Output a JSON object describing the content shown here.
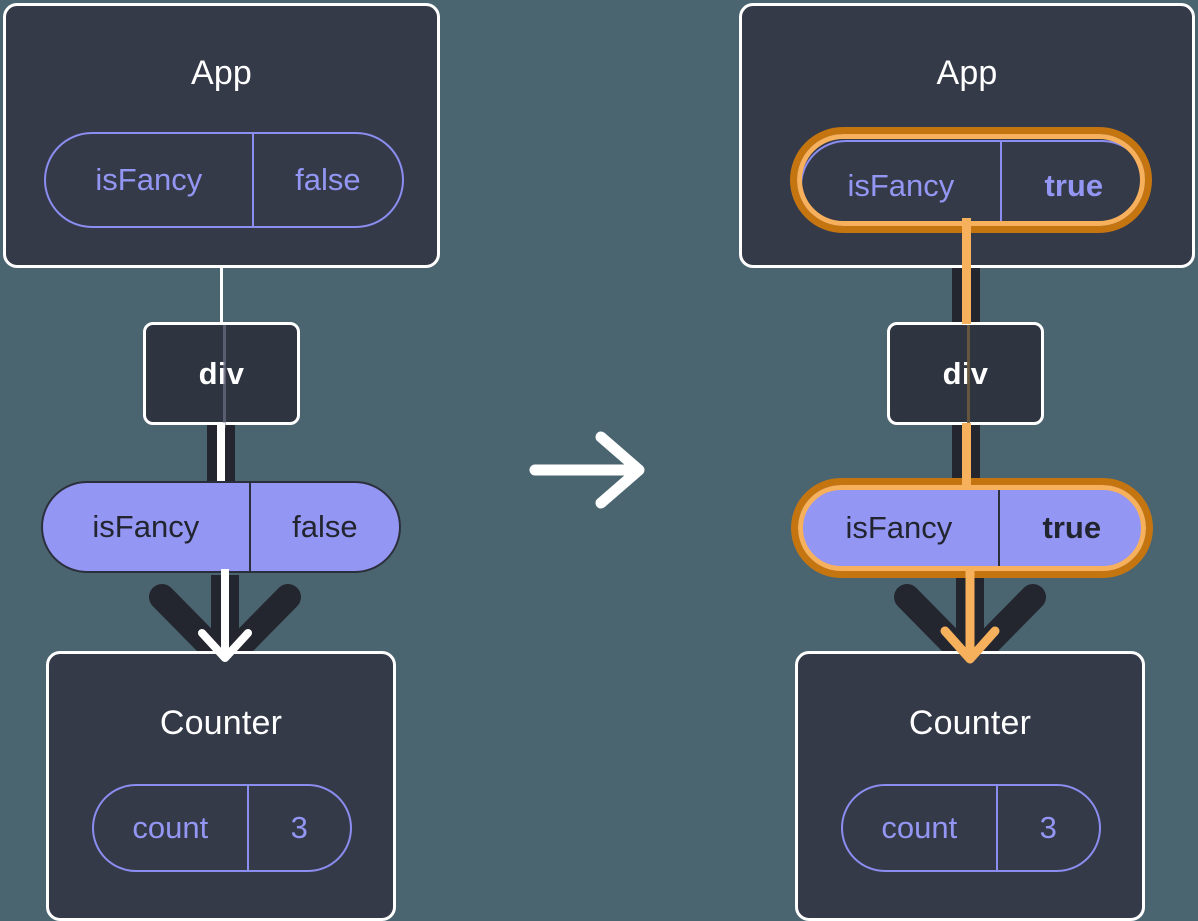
{
  "diagram": {
    "title": "React state propagation: isFancy prop change",
    "background_color": "#4b6570",
    "box_fill": "#353a49",
    "box_border": "#ffffff",
    "pill_purple": "#9396f2",
    "highlight_outer": "#c57510",
    "highlight_inner": "#f7b05b",
    "line_dark": "#24262f",
    "transition_icon": "right-arrow-icon",
    "sparkle_icon": "sparkle-icon"
  },
  "panels": [
    {
      "id": "before",
      "app": {
        "title": "App",
        "pill": {
          "name": "isFancy",
          "value": "false",
          "style": "outline",
          "highlighted": false,
          "value_bold": false
        }
      },
      "tag": {
        "label": "div"
      },
      "prop_pill": {
        "name": "isFancy",
        "value": "false",
        "style": "solid",
        "highlighted": false,
        "value_bold": false
      },
      "counter": {
        "title": "Counter",
        "pill": {
          "name": "count",
          "value": "3",
          "style": "outline",
          "highlighted": false,
          "value_bold": false
        }
      },
      "flow_accent": "#ffffff",
      "sparkles": false
    },
    {
      "id": "after",
      "app": {
        "title": "App",
        "pill": {
          "name": "isFancy",
          "value": "true",
          "style": "outline",
          "highlighted": true,
          "value_bold": true
        }
      },
      "tag": {
        "label": "div"
      },
      "prop_pill": {
        "name": "isFancy",
        "value": "true",
        "style": "solid",
        "highlighted": true,
        "value_bold": true
      },
      "counter": {
        "title": "Counter",
        "pill": {
          "name": "count",
          "value": "3",
          "style": "outline",
          "highlighted": false,
          "value_bold": false
        }
      },
      "flow_accent": "#f7b05b",
      "sparkles": true
    }
  ]
}
